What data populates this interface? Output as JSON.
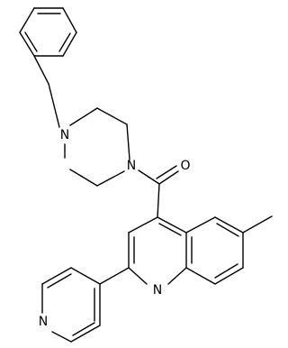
{
  "molecule": {
    "atoms": {
      "n_piperazine_top": "N",
      "n_piperazine_bottom": "N",
      "o_carbonyl": "O",
      "n_quinoline": "N",
      "n_pyridine": "N"
    }
  }
}
